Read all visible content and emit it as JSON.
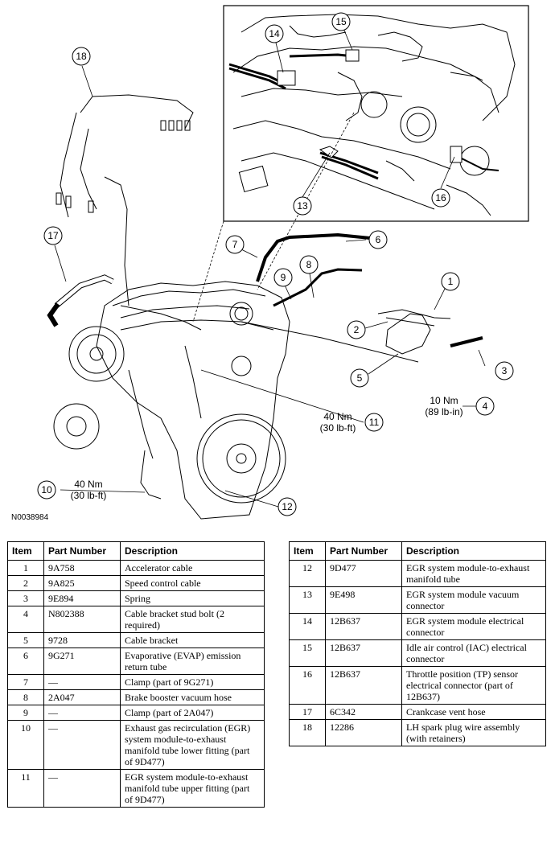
{
  "figure_id": "N0038984",
  "callouts": [
    {
      "num": "1"
    },
    {
      "num": "2"
    },
    {
      "num": "3"
    },
    {
      "num": "4"
    },
    {
      "num": "5"
    },
    {
      "num": "6"
    },
    {
      "num": "7"
    },
    {
      "num": "8"
    },
    {
      "num": "9"
    },
    {
      "num": "10"
    },
    {
      "num": "11"
    },
    {
      "num": "12"
    },
    {
      "num": "13"
    },
    {
      "num": "14"
    },
    {
      "num": "15"
    },
    {
      "num": "16"
    },
    {
      "num": "17"
    },
    {
      "num": "18"
    }
  ],
  "torques": {
    "t4": {
      "nm": "10 Nm",
      "lbf": "(89 lb-in)"
    },
    "t10": {
      "nm": "40 Nm",
      "lbf": "(30 lb-ft)"
    },
    "t11": {
      "nm": "40 Nm",
      "lbf": "(30 lb-ft)"
    }
  },
  "table_headers": {
    "item": "Item",
    "part": "Part Number",
    "desc": "Description"
  },
  "table_left": [
    {
      "item": "1",
      "part": "9A758",
      "desc": "Accelerator cable"
    },
    {
      "item": "2",
      "part": "9A825",
      "desc": "Speed control cable"
    },
    {
      "item": "3",
      "part": "9E894",
      "desc": "Spring"
    },
    {
      "item": "4",
      "part": "N802388",
      "desc": "Cable bracket stud bolt (2 required)"
    },
    {
      "item": "5",
      "part": "9728",
      "desc": "Cable bracket"
    },
    {
      "item": "6",
      "part": "9G271",
      "desc": "Evaporative (EVAP) emission return tube"
    },
    {
      "item": "7",
      "part": "—",
      "desc": "Clamp (part of 9G271)"
    },
    {
      "item": "8",
      "part": "2A047",
      "desc": "Brake booster vacuum hose"
    },
    {
      "item": "9",
      "part": "—",
      "desc": "Clamp (part of 2A047)"
    },
    {
      "item": "10",
      "part": "—",
      "desc": "Exhaust gas recirculation (EGR) system module-to-exhaust manifold tube lower fitting (part of 9D477)"
    },
    {
      "item": "11",
      "part": "—",
      "desc": "EGR system module-to-exhaust manifold tube upper fitting (part of 9D477)"
    }
  ],
  "table_right": [
    {
      "item": "12",
      "part": "9D477",
      "desc": "EGR system module-to-exhaust manifold tube"
    },
    {
      "item": "13",
      "part": "9E498",
      "desc": "EGR system module vacuum connector"
    },
    {
      "item": "14",
      "part": "12B637",
      "desc": "EGR system module electrical connector"
    },
    {
      "item": "15",
      "part": "12B637",
      "desc": "Idle air control (IAC) electrical connector"
    },
    {
      "item": "16",
      "part": "12B637",
      "desc": "Throttle position (TP) sensor electrical connector (part of 12B637)"
    },
    {
      "item": "17",
      "part": "6C342",
      "desc": "Crankcase vent hose"
    },
    {
      "item": "18",
      "part": "12286",
      "desc": "LH spark plug wire assembly (with retainers)"
    }
  ]
}
